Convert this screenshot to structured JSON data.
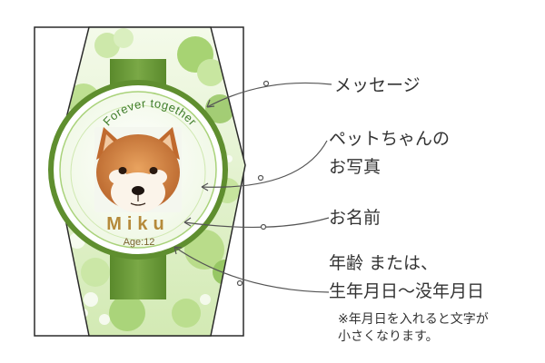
{
  "plate": {
    "arc_text": "Forever together",
    "pet_name": "Miku",
    "pet_age": "Age:12",
    "photo_subject": "shiba-inu-dog-photo",
    "colors": {
      "dark_green": "#5f8e2f",
      "ribbon_green": "#6e9b3a",
      "light_green": "#b7dd87",
      "pale_green": "#eaf6dc",
      "name_gold": "#b58a3a",
      "outline": "#2a2a2a"
    }
  },
  "labels": {
    "message": "メッセージ",
    "photo_line1": "ペットちゃんの",
    "photo_line2": "お写真",
    "name": "お名前",
    "age_line1": "年齢 または、",
    "age_line2": "生年月日～没年月日",
    "note_line1": "※年月日を入れると文字が",
    "note_line2": "小さくなります。"
  }
}
